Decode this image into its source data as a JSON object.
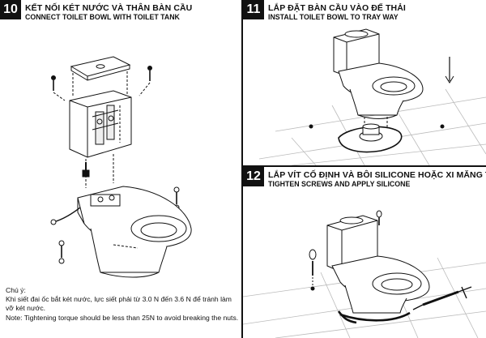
{
  "steps": [
    {
      "number": "10",
      "title_vi": "KẾT NỐI KÉT NƯỚC VÀ THÂN BÀN CẦU",
      "title_en": "CONNECT TOILET BOWL WITH TOILET TANK",
      "illustration": "toilet-tank-connection-diagram"
    },
    {
      "number": "11",
      "title_vi": "LẮP ĐẶT BÀN CẦU VÀO ĐẾ THẢI",
      "title_en": "INSTALL TOILET BOWL TO TRAY WAY",
      "illustration": "toilet-on-flange-diagram"
    },
    {
      "number": "12",
      "title_vi": "LẮP VÍT CỐ ĐỊNH VÀ BÔI SILICONE HOẶC XI MĂNG TRẮNG",
      "title_en": "TIGHTEN SCREWS AND APPLY SILICONE",
      "illustration": "toilet-screws-silicone-diagram"
    }
  ],
  "note": {
    "heading": "Chú ý:",
    "text_vi": "Khi siết đai ốc bắt két nước, lực siết phải từ 3.0 N đến 3.6 N để tránh làm vỡ két nước.",
    "text_en": "Note: Tightening torque should be less than 25N to avoid breaking the nuts."
  }
}
